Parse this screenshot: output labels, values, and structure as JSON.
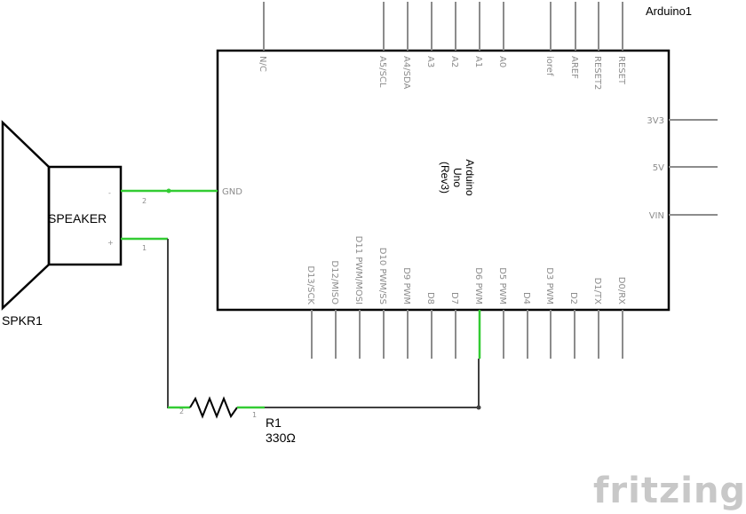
{
  "arduino": {
    "ref": "Arduino1",
    "name_line1": "Arduino",
    "name_line2": "Uno",
    "name_line3": "(Rev3)",
    "top_pins": [
      "N/C",
      "A5/SCL",
      "A4/SDA",
      "A3",
      "A2",
      "A1",
      "A0",
      "ioref",
      "AREF",
      "RESET2",
      "RESET"
    ],
    "bottom_pins": [
      "D13/SCK",
      "D12/MISO",
      "D11 PWM/MOSI",
      "D10 PWM/SS",
      "D9 PWM",
      "D8",
      "D7",
      "D6 PWM",
      "D5 PWM",
      "D4",
      "D3 PWM",
      "D2",
      "D1/TX",
      "D0/RX"
    ],
    "right_pins": [
      "3V3",
      "5V",
      "VIN"
    ],
    "left_pins": [
      "GND"
    ]
  },
  "speaker": {
    "ref": "SPKR1",
    "label": "SPEAKER",
    "pin_minus": "-",
    "pin_plus": "+",
    "pin_num_minus": "2",
    "pin_num_plus": "1"
  },
  "resistor": {
    "ref": "R1",
    "value": "330Ω",
    "pin_left": "2",
    "pin_right": "1"
  },
  "logo": {
    "text": "fritzing"
  },
  "colors": {
    "wire": "#404040",
    "connected": "#33cc33",
    "pin": "#8c8c8c"
  }
}
